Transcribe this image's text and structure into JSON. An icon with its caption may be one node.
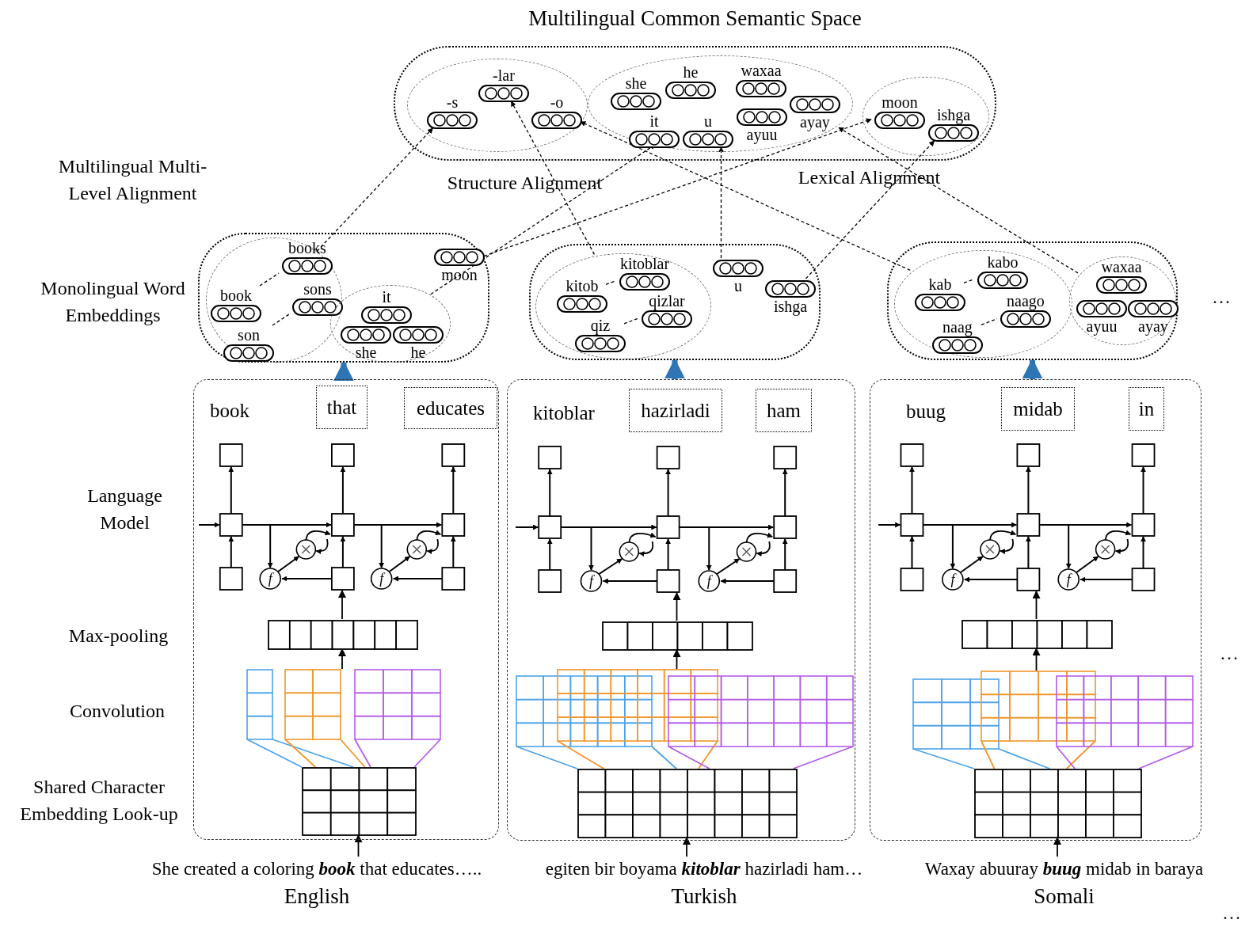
{
  "diagram": {
    "nodes": [
      {
        "text": [
          "Multilingual Common Semantic Space"
        ]
      },
      {
        "text": [],
        "shape": "ellipse",
        "in": 0
      },
      {
        "text": [
          "-s"
        ],
        "in": 1
      },
      {
        "text": [
          "-lar"
        ],
        "in": 1
      },
      {
        "text": [
          "-o"
        ],
        "in": 1
      },
      {
        "text": [],
        "shape": "ellipse",
        "in": 0
      },
      {
        "text": [
          "she"
        ],
        "in": 5
      },
      {
        "text": [
          "he"
        ],
        "in": 5
      },
      {
        "text": [
          "it"
        ],
        "in": 5
      },
      {
        "text": [
          "u"
        ],
        "in": 5
      },
      {
        "text": [
          "waxaa"
        ],
        "in": 5
      },
      {
        "text": [
          "ayuu"
        ],
        "in": 5
      },
      {
        "text": [
          "ayay"
        ],
        "in": 5
      },
      {
        "text": [],
        "shape": "ellipse",
        "in": 0
      },
      {
        "text": [
          "moon"
        ],
        "in": 13
      },
      {
        "text": [
          "ishga"
        ],
        "in": 13
      },
      {
        "text": [],
        "shape": "box"
      },
      {
        "text": [],
        "shape": "ellipse",
        "in": 16
      },
      {
        "text": [
          "book"
        ],
        "in": 17
      },
      {
        "text": [
          "books"
        ],
        "in": 17
      },
      {
        "text": [
          "sons"
        ],
        "in": 17
      },
      {
        "text": [
          "son"
        ],
        "in": 17
      },
      {
        "text": [],
        "shape": "ellipse",
        "in": 16
      },
      {
        "text": [
          "it"
        ],
        "in": 22
      },
      {
        "text": [
          "she"
        ],
        "in": 22
      },
      {
        "text": [
          "he"
        ],
        "in": 22
      },
      {
        "text": [
          "moon"
        ],
        "in": 16
      },
      {
        "text": [],
        "shape": "box"
      },
      {
        "text": [],
        "shape": "ellipse",
        "in": 27
      },
      {
        "text": [
          "kitob"
        ],
        "in": 28
      },
      {
        "text": [
          "kitoblar"
        ],
        "in": 28
      },
      {
        "text": [
          "qizlar"
        ],
        "in": 28
      },
      {
        "text": [
          "qiz"
        ],
        "in": 28
      },
      {
        "text": [
          "u"
        ],
        "in": 27
      },
      {
        "text": [
          "ishga"
        ],
        "in": 27
      },
      {
        "text": [],
        "shape": "box"
      },
      {
        "text": [],
        "shape": "ellipse",
        "in": 35
      },
      {
        "text": [
          "kab"
        ],
        "in": 36
      },
      {
        "text": [
          "kabo"
        ],
        "in": 36
      },
      {
        "text": [
          "naago"
        ],
        "in": 36
      },
      {
        "text": [
          "naag"
        ],
        "in": 36
      },
      {
        "text": [],
        "shape": "ellipse",
        "in": 35
      },
      {
        "text": [
          "waxaa"
        ],
        "in": 41
      },
      {
        "text": [
          "ayuu"
        ],
        "in": 41
      },
      {
        "text": [
          "ayay"
        ],
        "in": 41
      },
      {
        "text": [],
        "shape": "box"
      },
      {
        "text": [
          "book"
        ],
        "in": 45
      },
      {
        "text": [
          "that"
        ],
        "in": 45
      },
      {
        "text": [
          "educates"
        ],
        "in": 45
      },
      {
        "text": [],
        "shape": "picture",
        "in": 45
      },
      {
        "text": [],
        "shape": "bar",
        "in": 45
      },
      {
        "text": [],
        "shape": "picture",
        "in": 45
      },
      {
        "text": [],
        "shape": "box",
        "in": 45
      },
      {
        "text": [
          "She created a coloring **book** that educates…..",
          "English"
        ]
      },
      {
        "text": [],
        "shape": "box"
      },
      {
        "text": [
          "kitoblar"
        ],
        "in": 54
      },
      {
        "text": [
          "hazirladi"
        ],
        "in": 54
      },
      {
        "text": [
          "ham"
        ],
        "in": 54
      },
      {
        "text": [],
        "shape": "picture",
        "in": 54
      },
      {
        "text": [],
        "shape": "bar",
        "in": 54
      },
      {
        "text": [],
        "shape": "picture",
        "in": 54
      },
      {
        "text": [],
        "shape": "box",
        "in": 54
      },
      {
        "text": [
          "egiten bir boyama **kitoblar** hazirladi ham…",
          "Turkish"
        ]
      },
      {
        "text": [],
        "shape": "box"
      },
      {
        "text": [
          "buug"
        ],
        "in": 63
      },
      {
        "text": [
          "midab"
        ],
        "in": 63
      },
      {
        "text": [
          "in"
        ],
        "in": 63
      },
      {
        "text": [],
        "shape": "picture",
        "in": 63
      },
      {
        "text": [],
        "shape": "bar",
        "in": 63
      },
      {
        "text": [],
        "shape": "picture",
        "in": 63
      },
      {
        "text": [],
        "shape": "box",
        "in": 63
      },
      {
        "text": [
          "Waxay abuuray **buug** midab in baraya",
          "Somali"
        ]
      }
    ],
    "edges": [
      {
        "from": 53,
        "to": 52,
        "arrow": "to"
      },
      {
        "from": 51,
        "to": 50,
        "arrow": "to"
      },
      {
        "from": 50,
        "to": 49,
        "arrow": "to"
      },
      {
        "from": 45,
        "to": 16,
        "arrow": "to",
        "style": "thick",
        "color": "#2e75b6"
      },
      {
        "from": 62,
        "to": 61,
        "arrow": "to"
      },
      {
        "from": 60,
        "to": 59,
        "arrow": "to"
      },
      {
        "from": 59,
        "to": 58,
        "arrow": "to"
      },
      {
        "from": 54,
        "to": 27,
        "arrow": "to",
        "style": "thick",
        "color": "#2e75b6"
      },
      {
        "from": 71,
        "to": 70,
        "arrow": "to"
      },
      {
        "from": 69,
        "to": 68,
        "arrow": "to"
      },
      {
        "from": 68,
        "to": 67,
        "arrow": "to"
      },
      {
        "from": 63,
        "to": 35,
        "arrow": "to",
        "style": "thick",
        "color": "#2e75b6"
      },
      {
        "from": 18,
        "to": 19,
        "arrow": "none",
        "style": "dashed"
      },
      {
        "from": 21,
        "to": 20,
        "arrow": "none",
        "style": "dashed"
      },
      {
        "from": 29,
        "to": 30,
        "arrow": "none",
        "style": "dashed"
      },
      {
        "from": 32,
        "to": 31,
        "arrow": "none",
        "style": "dashed"
      },
      {
        "from": 37,
        "to": 38,
        "arrow": "none",
        "style": "dashed"
      },
      {
        "from": 40,
        "to": 39,
        "arrow": "none",
        "style": "dashed"
      },
      {
        "from": 17,
        "to": 2,
        "arrow": "to",
        "style": "dashed"
      },
      {
        "from": 22,
        "to": 5,
        "arrow": "to",
        "style": "dashed"
      },
      {
        "from": 26,
        "to": 14,
        "arrow": "to",
        "style": "dashed"
      },
      {
        "from": 28,
        "to": 3,
        "arrow": "to",
        "style": "dashed"
      },
      {
        "from": 33,
        "to": 9,
        "arrow": "to",
        "style": "dashed"
      },
      {
        "from": 34,
        "to": 15,
        "arrow": "to",
        "style": "dashed"
      },
      {
        "from": 36,
        "to": 4,
        "arrow": "to",
        "style": "dashed"
      },
      {
        "from": 41,
        "to": 12,
        "arrow": "to",
        "style": "dashed"
      }
    ],
    "labels": [
      "Multilingual Multi-Level Alignment",
      "Structure Alignment",
      "Lexical Alignment",
      "Monolingual Word Embeddings",
      "…",
      "Language Model",
      "Max-pooling",
      "Convolution",
      "…",
      "Shared Character Embedding Look-up",
      "…",
      "f",
      "f",
      "f",
      "f",
      "f",
      "f"
    ]
  }
}
